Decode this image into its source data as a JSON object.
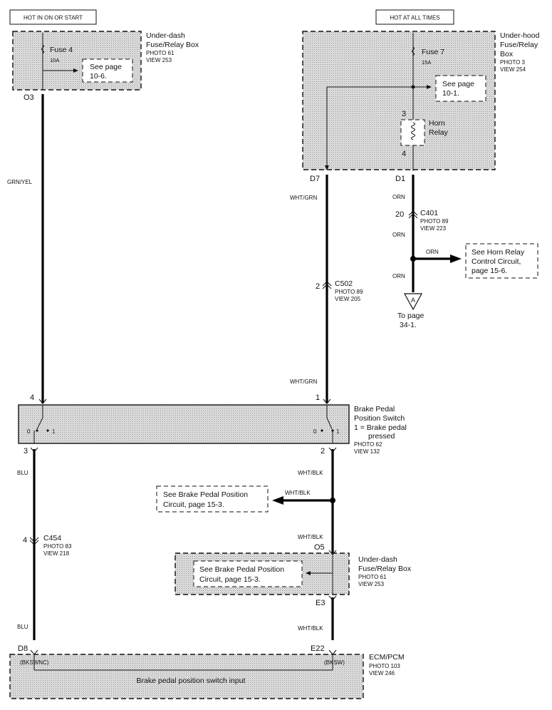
{
  "headers": {
    "left": "HOT IN ON OR START",
    "right": "HOT AT ALL TIMES"
  },
  "underdash_box_top": {
    "title_line1": "Under-dash",
    "title_line2": "Fuse/Relay Box",
    "photo": "PHOTO 61",
    "view": "VIEW 253",
    "fuse_label": "Fuse 4",
    "fuse_rating": "10A",
    "ref_line1": "See page",
    "ref_line2": "10-6.",
    "terminal": "O3"
  },
  "underhood_box": {
    "title_line1": "Under-hood",
    "title_line2": "Fuse/Relay",
    "title_line3": "Box",
    "photo": "PHOTO 3",
    "view": "VIEW 254",
    "fuse_label": "Fuse 7",
    "fuse_rating": "15A",
    "ref_line1": "See page",
    "ref_line2": "10-1.",
    "relay_line1": "Horn",
    "relay_line2": "Relay",
    "relay_pin_top": "3",
    "relay_pin_bottom": "4",
    "terminal_left": "D7",
    "terminal_right": "D1"
  },
  "wires": {
    "grn_yel": "GRN/YEL",
    "wht_grn_top": "WHT/GRN",
    "wht_grn_bottom": "WHT/GRN",
    "orn_1": "ORN",
    "orn_2": "ORN",
    "orn_3": "ORN",
    "orn_branch": "ORN",
    "blu_top": "BLU",
    "blu_bottom": "BLU",
    "wht_blk_1": "WHT/BLK",
    "wht_blk_branch": "WHT/BLK",
    "wht_blk_2": "WHT/BLK",
    "wht_blk_3": "WHT/BLK"
  },
  "c401": {
    "pin": "20",
    "name": "C401",
    "photo": "PHOTO 89",
    "view": "VIEW 223"
  },
  "c502": {
    "pin": "2",
    "name": "C502",
    "photo": "PHOTO 89",
    "view": "VIEW 205"
  },
  "c454": {
    "pin": "4",
    "name": "C454",
    "photo": "PHOTO 83",
    "view": "VIEW 218"
  },
  "horn_ref": {
    "line1": "See Horn Relay",
    "line2": "Control Circuit,",
    "line3": "page 15-6."
  },
  "offpage": {
    "letter": "A",
    "line1": "To page",
    "line2": "34-1."
  },
  "brake_switch": {
    "title_line1": "Brake Pedal",
    "title_line2": "Position Switch",
    "legend_line1": "1 = Brake pedal",
    "legend_line2": "pressed",
    "photo": "PHOTO 62",
    "view": "VIEW 132",
    "pin_top_left": "4",
    "pin_top_right": "1",
    "pin_bottom_left": "3",
    "pin_bottom_right": "2",
    "pos0_left": "0",
    "pos1_left": "1",
    "pos0_right": "0",
    "pos1_right": "1"
  },
  "brake_ref_1": {
    "line1": "See Brake Pedal Position",
    "line2": "Circuit, page 15-3."
  },
  "underdash_box_bottom": {
    "title_line1": "Under-dash",
    "title_line2": "Fuse/Relay Box",
    "photo": "PHOTO 61",
    "view": "VIEW 253",
    "ref_line1": "See Brake Pedal Position",
    "ref_line2": "Circuit, page 15-3.",
    "terminal_top": "O5",
    "terminal_bottom": "E3"
  },
  "ecm": {
    "title": "ECM/PCM",
    "photo": "PHOTO 103",
    "view": "VIEW 246",
    "terminal_left": "D8",
    "terminal_right": "E22",
    "signal_left": "(BKSWNC)",
    "signal_right": "(BKSW)",
    "input_label": "Brake pedal position switch input"
  }
}
